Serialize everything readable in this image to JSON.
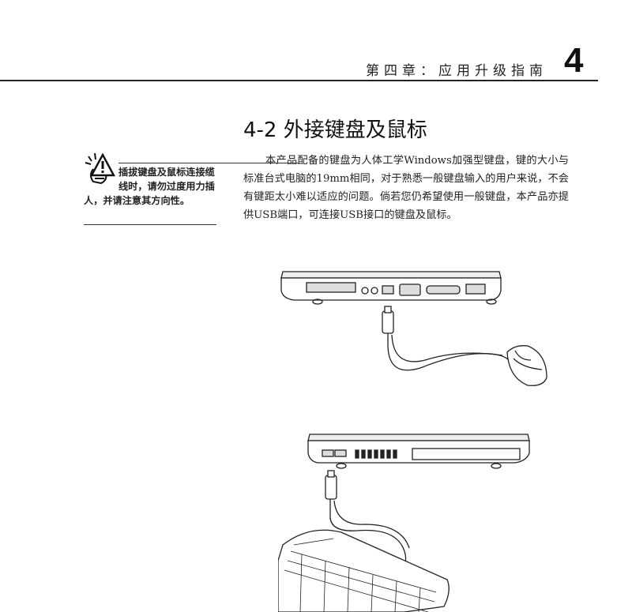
{
  "header": {
    "chapter_title": "第四章：应用升级指南",
    "chapter_number": "4"
  },
  "section": {
    "title": "4-2 外接键盘及鼠标",
    "paragraph": "本产品配备的键盘为人体工学Windows加强型键盘，键的大小与标准台式电脑的19mm相同，对于熟悉一般键盘输入的用户来说，不会有键距太小难以适应的问题。倘若您仍希望使用一般键盘，本产品亦提供USB端口，可连接USB接口的键盘及鼠标。"
  },
  "note": {
    "icon": "caution-hand-icon",
    "text": "插拔键盘及鼠标连接缆线时，请勿过度用力插人，并请注意其方向性。"
  },
  "illustrations": {
    "mouse": "laptop-rear-usb-mouse-illustration",
    "keyboard": "laptop-side-usb-keyboard-illustration"
  }
}
